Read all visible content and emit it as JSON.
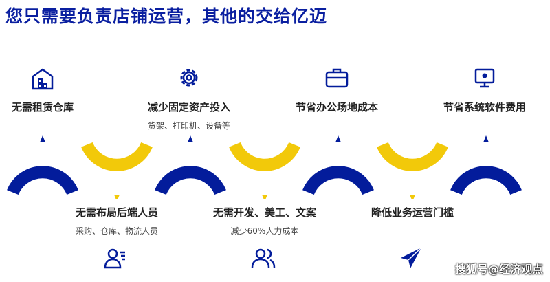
{
  "title": "您只需要负责店铺运营，其他的交给亿迈",
  "top_items": [
    {
      "label": "无需租赁仓库",
      "sub": "",
      "icon": "warehouse-icon"
    },
    {
      "label": "减少固定资产投入",
      "sub": "货架、打印机、设备等",
      "icon": "gear-icon"
    },
    {
      "label": "节省办公场地成本",
      "sub": "",
      "icon": "briefcase-icon"
    },
    {
      "label": "节省系统软件费用",
      "sub": "",
      "icon": "monitor-gear-icon"
    }
  ],
  "bottom_items": [
    {
      "label": "无需布局后端人员",
      "sub": "采购、仓库、物流人员",
      "icon": "user-list-icon"
    },
    {
      "label": "无需开发、美工、文案",
      "sub": "减少60%人力成本",
      "icon": "users-icon"
    },
    {
      "label": "降低业务运营门槛",
      "sub": "",
      "icon": "paper-plane-icon"
    }
  ],
  "colors": {
    "blue": "#031c9b",
    "yellow": "#f2c90a"
  },
  "watermark": "搜狐号@经济观点"
}
